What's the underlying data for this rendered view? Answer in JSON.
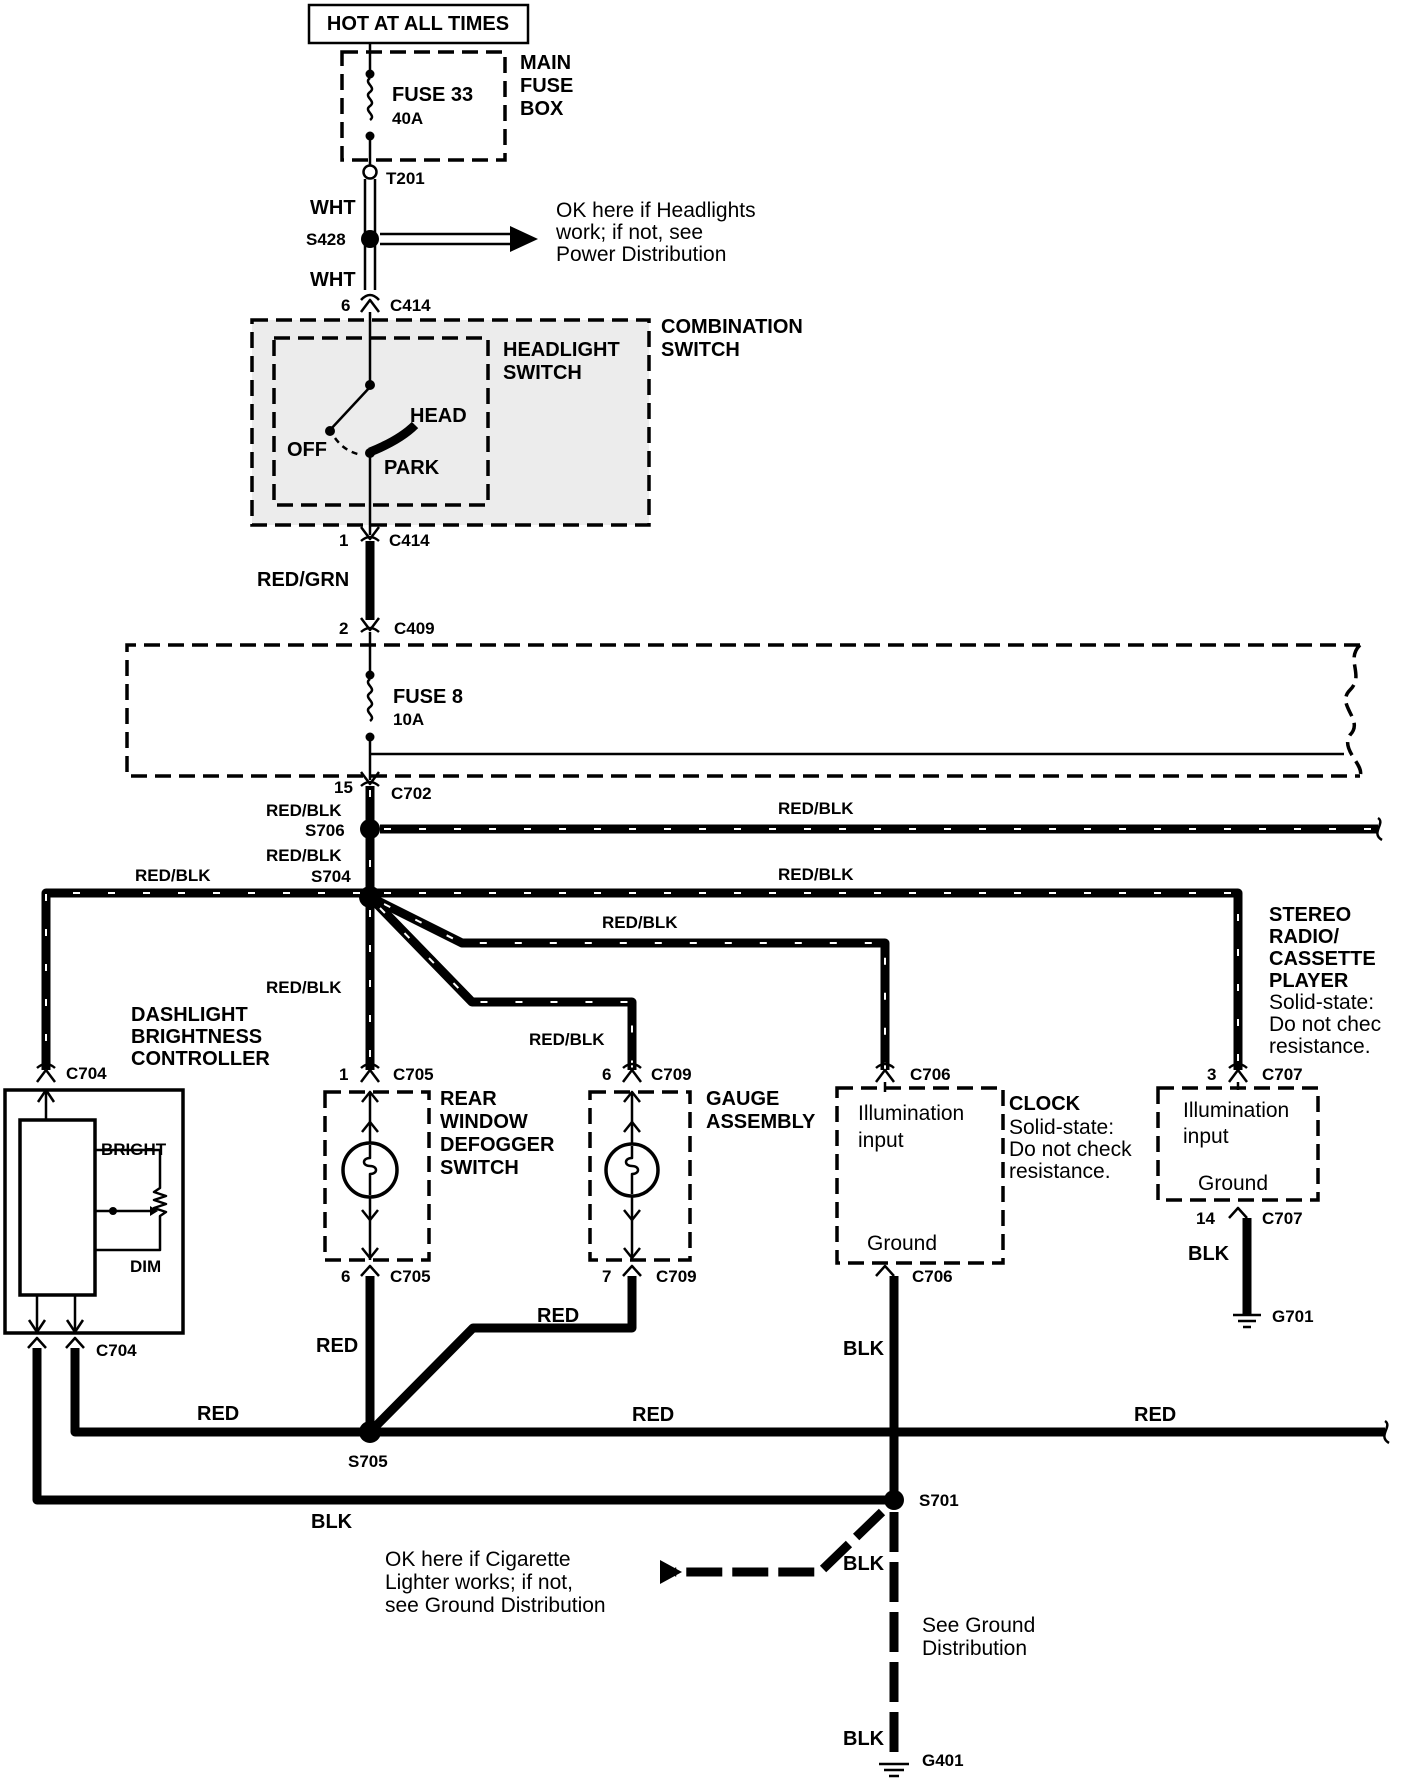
{
  "power_source": "HOT AT ALL TIMES",
  "main_fuse_box": {
    "fuse_name": "FUSE 33",
    "fuse_rating": "40A",
    "box_label_lines": [
      "MAIN",
      "FUSE",
      "BOX"
    ]
  },
  "connectors": {
    "t201": "T201",
    "s428": "S428",
    "c414_top": "C414",
    "c414_pin_top": "6",
    "c414_bottom": "C414",
    "c414_pin_bottom": "1",
    "c409": "C409",
    "c409_pin": "2",
    "c702": "C702",
    "c702_pin": "15",
    "s706": "S706",
    "s704": "S704",
    "c704_top": "C704",
    "c704_bottom": "C704",
    "c705_top": "C705",
    "c705_pin_top": "1",
    "c705_bottom": "C705",
    "c705_pin_bottom": "6",
    "c709_top": "C709",
    "c709_pin_top": "6",
    "c709_bottom": "C709",
    "c709_pin_bottom": "7",
    "c706_top": "C706",
    "c706_bottom": "C706",
    "c707_top": "C707",
    "c707_pin_top": "3",
    "c707_bottom": "C707",
    "c707_pin_bottom": "14",
    "s705": "S705",
    "s701": "S701",
    "g701": "G701",
    "g401": "G401"
  },
  "wires": {
    "wht_1": "WHT",
    "wht_2": "WHT",
    "red_grn": "RED/GRN",
    "red_blk_c702": "RED/BLK",
    "red_blk_s706": "RED/BLK",
    "red_blk_s704_top": "RED/BLK",
    "red_blk_left": "RED/BLK",
    "red_blk_right": "RED/BLK",
    "red_blk_clock": "RED/BLK",
    "red_blk_defog": "RED/BLK",
    "red_blk_gauge": "RED/BLK",
    "red_defog": "RED",
    "red_gauge": "RED",
    "red_bottom_left": "RED",
    "red_bottom_mid": "RED",
    "red_bottom_right": "RED",
    "blk_clock": "BLK",
    "blk_stereo": "BLK",
    "blk_bottom": "BLK",
    "blk_lighter": "BLK",
    "blk_g401": "BLK"
  },
  "notes": {
    "headlights_lines": [
      "OK here if Headlights",
      "work; if not, see",
      "Power Distribution"
    ],
    "cigarette_lines": [
      "OK here if Cigarette",
      "Lighter works; if not,",
      "see Ground Distribution"
    ],
    "ground_dist_lines": [
      "See Ground",
      "Distribution"
    ]
  },
  "combination_switch": {
    "title_lines": [
      "COMBINATION",
      "SWITCH"
    ],
    "headlight_switch_lines": [
      "HEADLIGHT",
      "SWITCH"
    ],
    "pos_head": "HEAD",
    "pos_off": "OFF",
    "pos_park": "PARK"
  },
  "fuse8": {
    "name": "FUSE 8",
    "rating": "10A"
  },
  "dashlight": {
    "title_lines": [
      "DASHLIGHT",
      "BRIGHTNESS",
      "CONTROLLER"
    ],
    "bright": "BRIGHT",
    "dim": "DIM"
  },
  "defogger": {
    "title_lines": [
      "REAR",
      "WINDOW",
      "DEFOGGER",
      "SWITCH"
    ]
  },
  "gauge": {
    "title_lines": [
      "GAUGE",
      "ASSEMBLY"
    ]
  },
  "clock": {
    "title": "CLOCK",
    "note_lines": [
      "Solid-state:",
      "Do not check",
      "resistance."
    ],
    "illum_lines": [
      "Illumination",
      "input"
    ],
    "ground": "Ground"
  },
  "stereo": {
    "title_lines": [
      "STEREO",
      "RADIO/",
      "CASSETTE",
      "PLAYER"
    ],
    "note_lines": [
      "Solid-state:",
      "Do not chec",
      "resistance."
    ],
    "illum_lines": [
      "Illumination",
      "input"
    ],
    "ground": "Ground"
  }
}
